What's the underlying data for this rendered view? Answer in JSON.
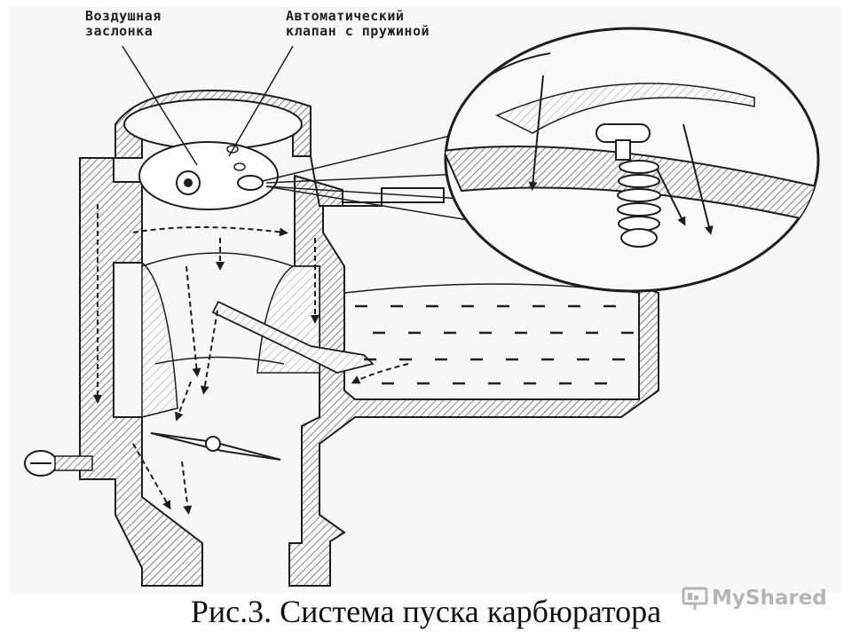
{
  "labels": {
    "air_damper": "Воздушная\nзаслонка",
    "auto_valve": "Автоматический\nклапан с пружиной"
  },
  "caption": "Рис.3. Система пуска карбюратора",
  "watermark": {
    "text": "MyShared",
    "icon": "presentation-board-icon"
  },
  "colors": {
    "line": "#1e1e1e",
    "hatch": "#3a3a3a",
    "background": "#f7f7f7",
    "watermark": "#b5b5b5"
  }
}
